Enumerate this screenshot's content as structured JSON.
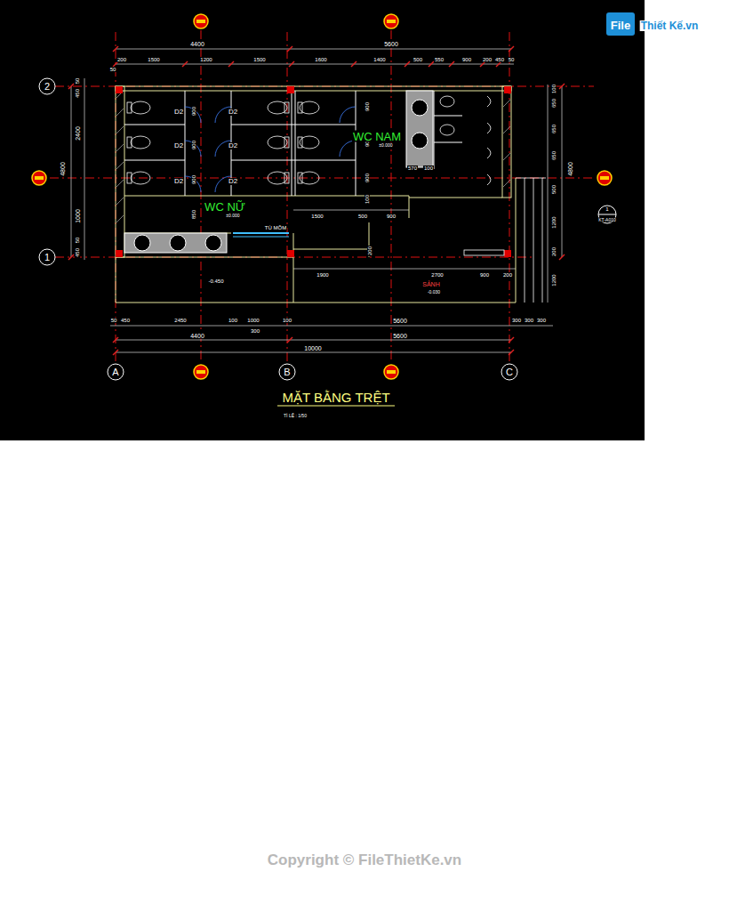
{
  "diagram": {
    "title": "MẶT BẰNG  TRỆT",
    "caption": "TỈ LỆ : 1/50",
    "labels": [
      "2",
      "1",
      "A",
      "B",
      "C",
      "4400",
      "5600",
      "200",
      "1500",
      "1200",
      "1500",
      "1600",
      "1400",
      "500",
      "550",
      "900",
      "200",
      "450",
      "50",
      "50",
      "50",
      "450",
      "2400",
      "4800",
      "1000",
      "50",
      "450",
      "100",
      "650",
      "650",
      "650",
      "500",
      "1200",
      "200",
      "1200",
      "4800",
      "900",
      "900",
      "900",
      "850",
      "900",
      "900",
      "900",
      "100",
      "D2",
      "D2",
      "D2",
      "D2",
      "D2",
      "D2",
      "WC NAM",
      "±0.000",
      "WC NỮ",
      "±0.000",
      "TỦ MÕM",
      "1500",
      "500",
      "900",
      "570",
      "100",
      "1900",
      "2700",
      "900",
      "200",
      "-0.450",
      "SẢNH",
      "-0.030",
      "1",
      "KT-A010",
      "50",
      "450",
      "2450",
      "100",
      "1000",
      "100",
      "5600",
      "300",
      "300",
      "300",
      "300",
      "4400",
      "5600",
      "10000",
      "200",
      "File",
      "Thiết Kế.vn",
      "Copyright © FileThietKe.vn"
    ]
  }
}
